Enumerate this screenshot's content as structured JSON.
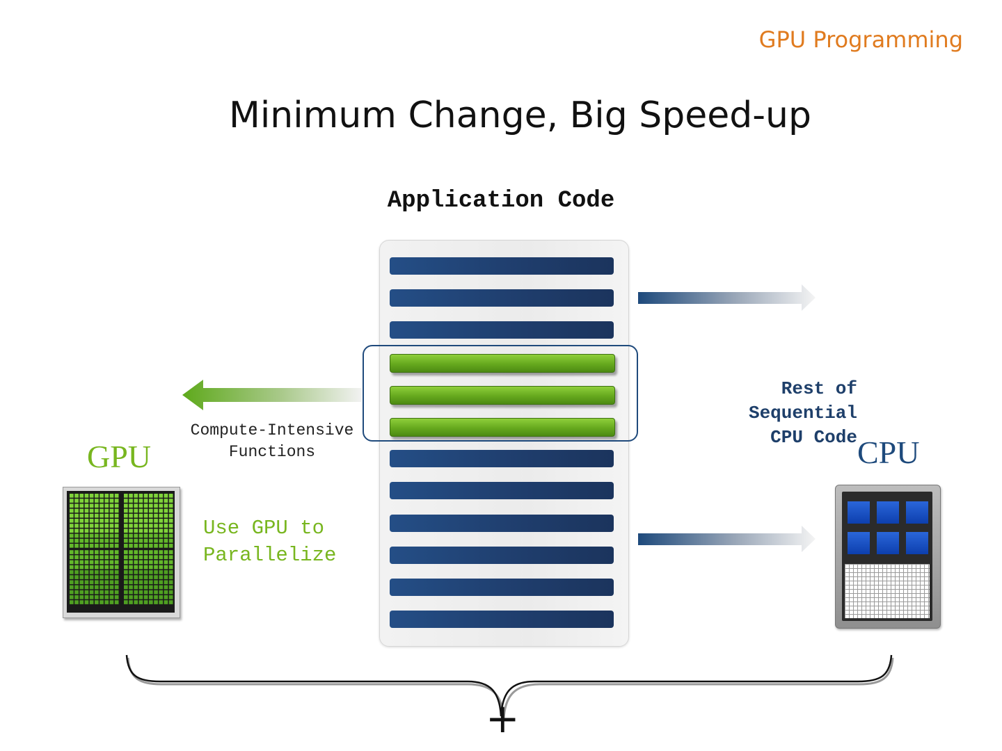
{
  "header": {
    "tag": "GPU Programming"
  },
  "slide": {
    "title": "Minimum Change, Big Speed-up"
  },
  "diagram": {
    "app_label": "Application Code",
    "code_rows": [
      "cpu",
      "cpu",
      "cpu",
      "gpu",
      "gpu",
      "gpu",
      "cpu",
      "cpu",
      "cpu",
      "cpu",
      "cpu",
      "cpu"
    ],
    "gpu": {
      "label": "GPU",
      "compute_text": [
        "Compute-Intensive",
        "Functions"
      ],
      "parallelize_text": [
        "Use GPU to",
        "Parallelize"
      ]
    },
    "cpu": {
      "label": "CPU",
      "sequential_text": [
        "Rest of",
        "Sequential",
        "CPU Code"
      ]
    },
    "combine_symbol": "+"
  },
  "colors": {
    "accent_orange": "#e07b1f",
    "gpu_green": "#78b61f",
    "cpu_blue": "#1e4a7c"
  }
}
